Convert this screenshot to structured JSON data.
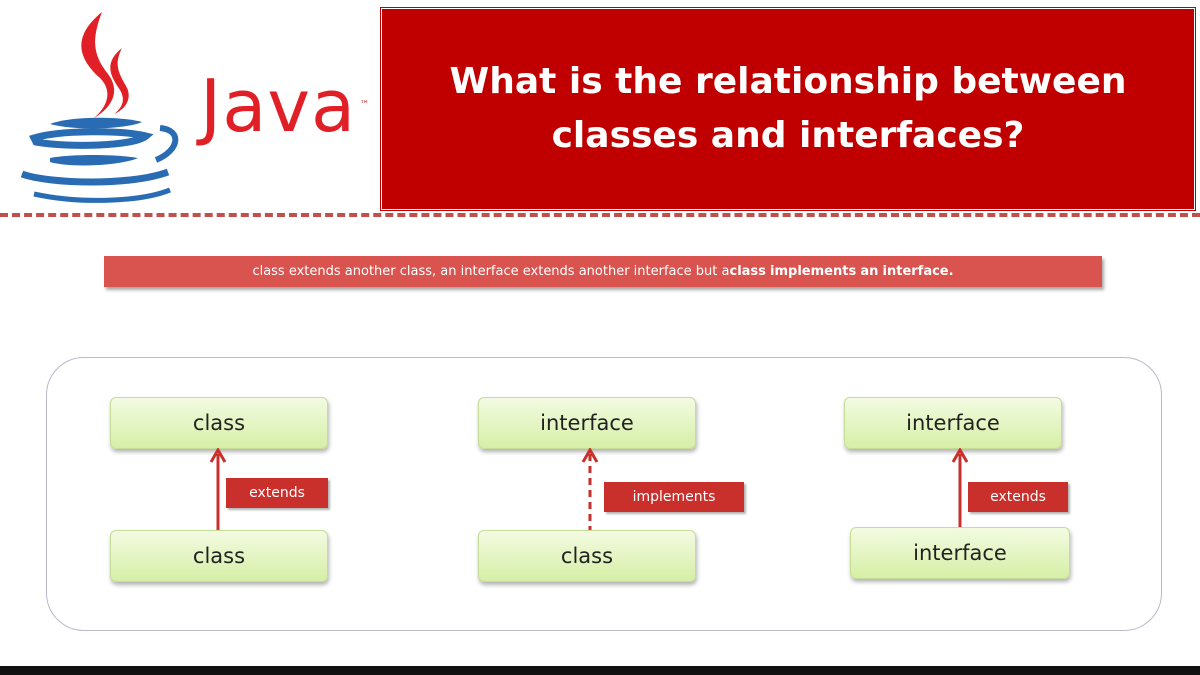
{
  "logo": {
    "wordmark": "Java",
    "trademark": "™"
  },
  "title": "What is the relationship between classes and interfaces?",
  "banner": {
    "prefix": "class extends another class, an interface extends another interface but a ",
    "bold_class": "class",
    "bold_implements": "implements",
    "bold_an": "an",
    "bold_interface": "interface."
  },
  "diagrams": [
    {
      "top": "class",
      "bottom": "class",
      "relation": "extends",
      "line_style": "solid"
    },
    {
      "top": "interface",
      "bottom": "class",
      "relation": "implements",
      "line_style": "dashed"
    },
    {
      "top": "interface",
      "bottom": "interface",
      "relation": "extends",
      "line_style": "solid"
    }
  ],
  "colors": {
    "java_red": "#e11f26",
    "java_blue": "#2a6cb3",
    "title_bg": "#c00000",
    "banner_bg": "#d9534f",
    "tag_bg": "#c9302c",
    "node_fill": "#d6efa6"
  }
}
